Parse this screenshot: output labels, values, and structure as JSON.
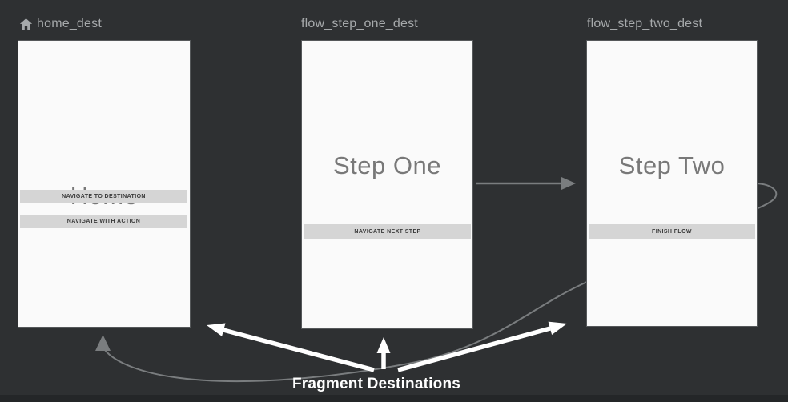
{
  "colors": {
    "background": "#2e3032",
    "card_background": "#fafafa",
    "button_background": "#d5d5d5",
    "action_arrow": "#7a7d7f",
    "annotation_arrow": "#ffffff",
    "label_text": "#a6a9ab",
    "title_text": "#787878",
    "bottom_strip": "#242628"
  },
  "destinations": [
    {
      "id": "home_dest",
      "icon": "home-icon",
      "title": "Home",
      "buttons": [
        "NAVIGATE TO DESTINATION",
        "NAVIGATE WITH ACTION"
      ]
    },
    {
      "id": "flow_step_one_dest",
      "title": "Step One",
      "buttons": [
        "NAVIGATE NEXT STEP"
      ]
    },
    {
      "id": "flow_step_two_dest",
      "title": "Step Two",
      "buttons": [
        "FINISH FLOW"
      ]
    }
  ],
  "arrows": {
    "step_one_to_step_two": "action-arrow",
    "step_two_to_home": "finish-flow-action-arrow"
  },
  "annotation": {
    "label": "Fragment Destinations"
  }
}
